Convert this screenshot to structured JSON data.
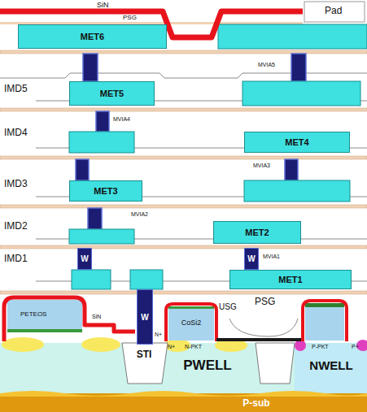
{
  "diagram": {
    "nodes": [
      {
        "text": [
          "MET6"
        ]
      },
      {
        "text": [
          "MET5"
        ]
      },
      {
        "text": [
          "MET4"
        ]
      },
      {
        "text": [
          "MET3"
        ]
      },
      {
        "text": [
          "MET2"
        ]
      },
      {
        "text": [
          "W"
        ]
      },
      {
        "text": [
          "W"
        ]
      },
      {
        "text": [
          "MET1"
        ]
      },
      {
        "text": [
          "W"
        ]
      },
      {
        "text": [
          "CoSi2"
        ]
      },
      {
        "text": [
          "STI"
        ]
      },
      {
        "text": [
          "PWELL"
        ]
      },
      {
        "text": [
          "NWELL"
        ]
      },
      {
        "text": [
          "P-sub"
        ]
      }
    ],
    "labels": [
      "SiN",
      "PSG",
      "Pad",
      "IMD5",
      "MVIA5",
      "IMD4",
      "MVIA4",
      "IMD3",
      "MVIA3",
      "IMD2",
      "MVIA2",
      "IMD1",
      "MVIA1",
      "PETEOS",
      "SiN",
      "USG",
      "PSG",
      "N+",
      "N+",
      "N-PKT",
      "P-PKT",
      "P+"
    ]
  }
}
